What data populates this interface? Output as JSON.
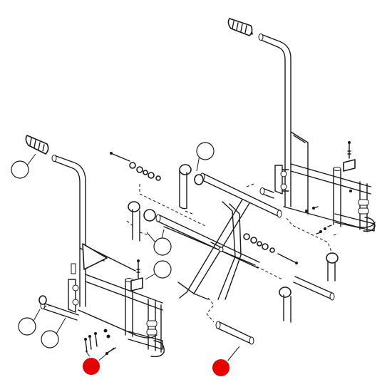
{
  "diagram": {
    "callouts": [
      {
        "id": "c1",
        "highlight": false
      },
      {
        "id": "c2",
        "highlight": false
      },
      {
        "id": "c3",
        "highlight": false
      },
      {
        "id": "c4",
        "highlight": false
      },
      {
        "id": "c5",
        "highlight": false
      },
      {
        "id": "c6",
        "highlight": false
      },
      {
        "id": "c7",
        "highlight": true
      },
      {
        "id": "c8",
        "highlight": true
      }
    ],
    "colors": {
      "line": "#1a1a1a",
      "background": "#ffffff",
      "highlight": "#e60000"
    }
  }
}
